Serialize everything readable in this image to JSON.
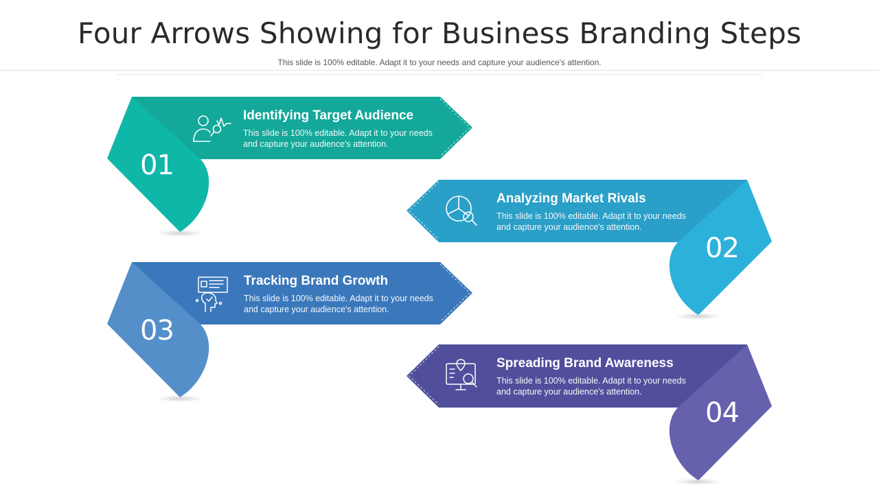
{
  "header": {
    "title": "Four Arrows Showing for Business Branding Steps",
    "subtitle": "This slide is 100% editable. Adapt it to your needs and capture your audience's attention."
  },
  "steps": [
    {
      "number": "01",
      "title": "Identifying  Target Audience",
      "description": "This slide is 100% editable. Adapt it to your needs and capture your audience's attention.",
      "color": "#14a89a",
      "fold_color": "#0fb7a8",
      "icon": "target-audience-icon"
    },
    {
      "number": "02",
      "title": "Analyzing  Market Rivals",
      "description": "This slide is 100% editable. Adapt it to your needs and capture your audience's attention.",
      "color": "#2a9fc8",
      "fold_color": "#2bb1da",
      "icon": "market-analysis-icon"
    },
    {
      "number": "03",
      "title": "Tracking Brand Growth",
      "description": "This slide is 100% editable. Adapt it to your needs and capture your audience's attention.",
      "color": "#3b78bb",
      "fold_color": "#548fc9",
      "icon": "brand-growth-icon"
    },
    {
      "number": "04",
      "title": "Spreading Brand Awareness",
      "description": "This slide is 100% editable. Adapt it to your needs and capture your audience's attention.",
      "color": "#514f9c",
      "fold_color": "#6561ad",
      "icon": "brand-awareness-icon"
    }
  ]
}
